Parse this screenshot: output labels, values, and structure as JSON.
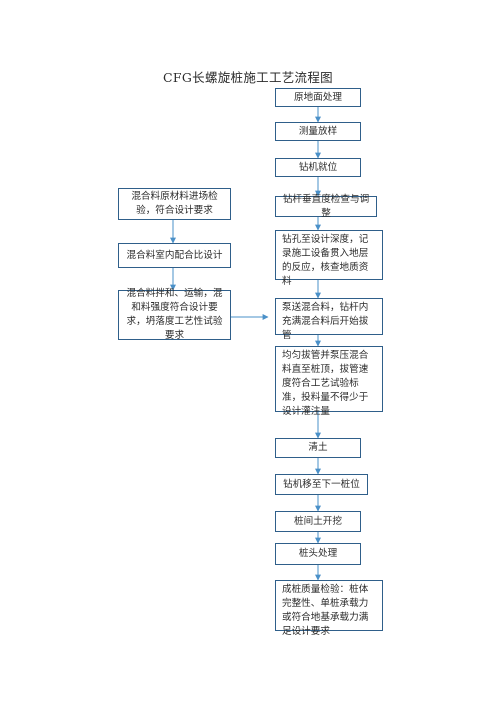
{
  "title": "CFG长螺旋桩施工工艺流程图",
  "main_steps": [
    "原地面处理",
    "测量放样",
    "钻机就位",
    "钻杆垂直度检查与调整",
    "钻孔至设计深度，记录施工设备贯入地层的反应，核查地质资料",
    "泵送混合料，钻杆内充满混合料后开始拔管",
    "均匀拔管并泵压混合料直至桩顶，拔管速度符合工艺试验标准，投料量不得少于设计灌注量",
    "清土",
    "钻机移至下一桩位",
    "桩间土开挖",
    "桩头处理",
    "成桩质量检验：桩体完整性、单桩承载力或符合地基承载力满足设计要求"
  ],
  "side_steps": [
    "混合料原材料进场检验，符合设计要求",
    "混合料室内配合比设计",
    "混合料拌和、运输，混和料强度符合设计要求，坍落度工艺性试验要求"
  ],
  "colors": {
    "box_border": "#2f5f8a",
    "arrow": "#4a90c8"
  }
}
